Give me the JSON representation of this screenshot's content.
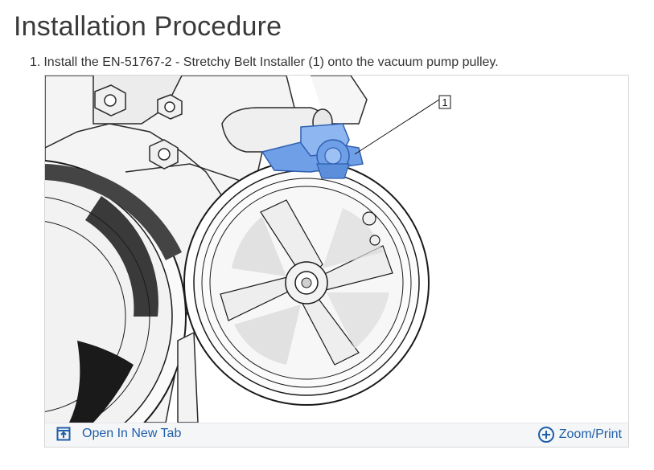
{
  "page": {
    "title": "Installation Procedure"
  },
  "steps": [
    {
      "number": "1.",
      "text": "Install the EN-51767-2 - Stretchy Belt Installer  (1) onto the vacuum pump pulley."
    }
  ],
  "figure": {
    "callouts": [
      {
        "label": "1"
      }
    ],
    "toolbar": {
      "open_label": "Open In New Tab",
      "open_icon": "open-in-new-tab-icon",
      "zoom_label": "Zoom/Print",
      "zoom_icon": "zoom-plus-icon"
    }
  },
  "colors": {
    "link": "#1f5fa8",
    "tool_highlight": "#6f9fe6",
    "toolbar_bg": "#f5f6f8"
  }
}
